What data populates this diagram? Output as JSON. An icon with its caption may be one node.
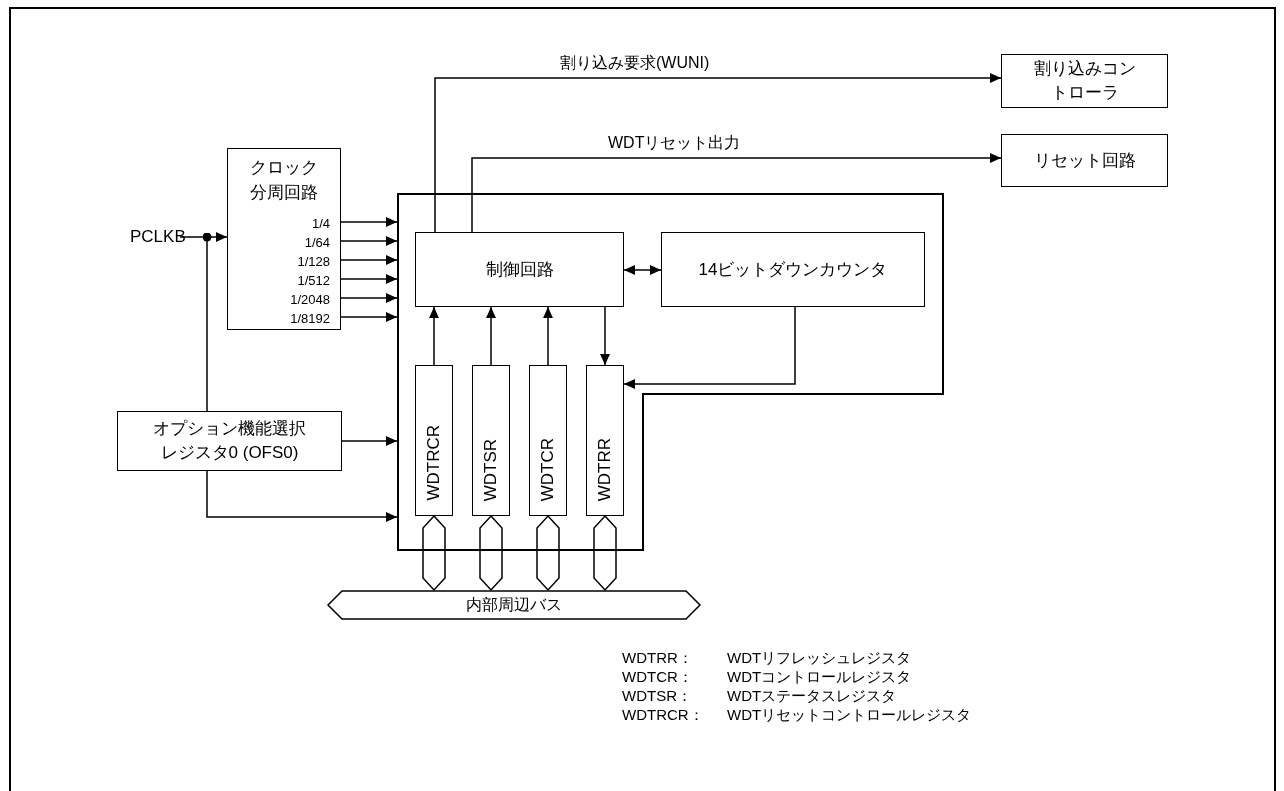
{
  "diagram": {
    "nodes": [
      {
        "text": [
          "クロック分周回路",
          "1/4",
          "1/64",
          "1/128",
          "1/512",
          "1/2048",
          "1/8192"
        ]
      },
      {
        "text": [],
        "shape": "box"
      },
      {
        "text": [
          "制御回路"
        ],
        "in": 1
      },
      {
        "text": [
          "14ビットダウンカウンタ"
        ],
        "in": 1
      },
      {
        "text": [
          "WDTRCR"
        ],
        "in": 1
      },
      {
        "text": [
          "WDTSR"
        ],
        "in": 1
      },
      {
        "text": [
          "WDTCR"
        ],
        "in": 1
      },
      {
        "text": [
          "WDTRR"
        ],
        "in": 1
      },
      {
        "text": [
          "割り込みコントローラ"
        ]
      },
      {
        "text": [
          "リセット回路"
        ]
      },
      {
        "text": [
          "オプション機能選択レジスタ0 (OFS0)"
        ]
      },
      {
        "text": [
          "PCLKB"
        ]
      },
      {
        "text": [
          "内部周辺バス"
        ]
      }
    ],
    "edges": [
      {
        "from": 11,
        "to": 0,
        "arrow": "to"
      },
      {
        "from": 11,
        "to": 10,
        "arrow": "other"
      },
      {
        "from": 0,
        "to": 1,
        "arrow": "to"
      },
      {
        "from": 0,
        "to": 1,
        "arrow": "to"
      },
      {
        "from": 0,
        "to": 1,
        "arrow": "to"
      },
      {
        "from": 0,
        "to": 1,
        "arrow": "to"
      },
      {
        "from": 0,
        "to": 1,
        "arrow": "to"
      },
      {
        "from": 0,
        "to": 1,
        "arrow": "to"
      },
      {
        "from": 10,
        "to": 1,
        "arrow": "to"
      },
      {
        "from": 10,
        "to": 1,
        "arrow": "to"
      },
      {
        "from": 2,
        "to": 8,
        "arrow": "to",
        "label": "割り込み要求(WUNI)"
      },
      {
        "from": 2,
        "to": 9,
        "arrow": "to",
        "label": "WDTリセット出力"
      },
      {
        "from": 2,
        "to": 3,
        "arrow": "both"
      },
      {
        "from": 4,
        "to": 2,
        "arrow": "to"
      },
      {
        "from": 5,
        "to": 2,
        "arrow": "to"
      },
      {
        "from": 6,
        "to": 2,
        "arrow": "to"
      },
      {
        "from": 2,
        "to": 7,
        "arrow": "to"
      },
      {
        "from": 3,
        "to": 7,
        "arrow": "to"
      },
      {
        "from": 4,
        "to": 12,
        "arrow": "both"
      },
      {
        "from": 5,
        "to": 12,
        "arrow": "both"
      },
      {
        "from": 6,
        "to": 12,
        "arrow": "both"
      },
      {
        "from": 7,
        "to": 12,
        "arrow": "both"
      }
    ],
    "labels": [
      "WDTRR：",
      "WDTリフレッシュレジスタ",
      "WDTCR：",
      "WDTコントロールレジスタ",
      "WDTSR：",
      "WDTステータスレジスタ",
      "WDTRCR：",
      "WDTリセットコントロールレジスタ"
    ]
  }
}
